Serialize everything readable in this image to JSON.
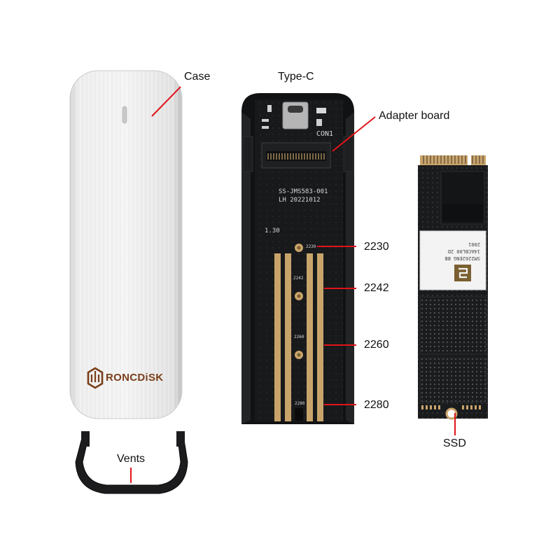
{
  "labels": {
    "case": "Case",
    "type_c": "Type-C",
    "adapter_board": "Adapter board",
    "size_2230": "2230",
    "size_2242": "2242",
    "size_2260": "2260",
    "size_2280": "2280",
    "ssd": "SSD",
    "vents": "Vents"
  },
  "brand": {
    "name": "RONCDiSK"
  },
  "board_markings": {
    "connector": "CON1",
    "model": "SS-JMS583-001",
    "date": "LH  20221012",
    "revision": "1.30",
    "pos_2230": "2230",
    "pos_2242": "2242",
    "pos_2260": "2260",
    "pos_2280": "2280"
  },
  "ssd_markings": {
    "controller_line1": "SM2262ENG BB",
    "controller_line2": "14ACBL00 2D",
    "controller_line3": "2001"
  },
  "colors": {
    "annotation_line": "#e0141a",
    "gold_contact": "#c9a46a",
    "pcb_black": "#17181a",
    "case_silver": "#e6e6e6",
    "brand_brown": "#7a3e1a"
  }
}
